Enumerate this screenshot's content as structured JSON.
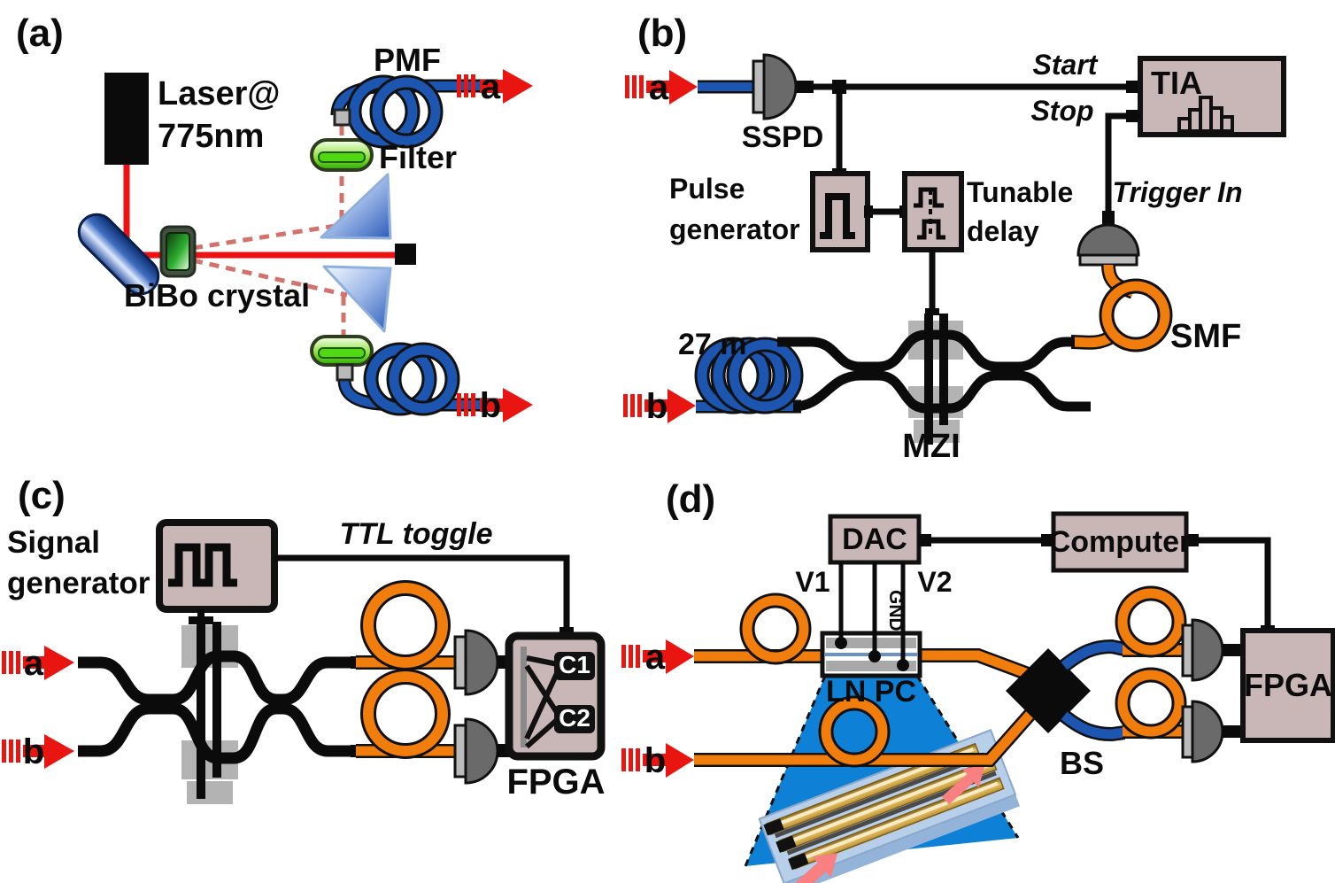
{
  "figure": {
    "panel_a": {
      "tag": "(a)",
      "laser_label_line1": "Laser@",
      "laser_label_line2": "775nm",
      "pmf_label": "PMF",
      "filter_label": "Filter",
      "crystal_label": "BiBo crystal",
      "output_top": "a",
      "output_bottom": "b"
    },
    "panel_b": {
      "tag": "(b)",
      "input_top": "a",
      "input_bottom": "b",
      "sspd_label": "SSPD",
      "start_label": "Start",
      "stop_label": "Stop",
      "tia_label": "TIA",
      "trigger_label": "Trigger In",
      "pulse_gen_line1": "Pulse",
      "pulse_gen_line2": "generator",
      "tunable_line1": "Tunable",
      "tunable_line2": "delay",
      "smf_label": "SMF",
      "fiber_length_label": "27 m",
      "mzi_label": "MZI"
    },
    "panel_c": {
      "tag": "(c)",
      "signal_gen_line1": "Signal",
      "signal_gen_line2": "generator",
      "ttl_label": "TTL toggle",
      "input_top": "a",
      "input_bottom": "b",
      "fpga_label": "FPGA",
      "channel1_label": "C1",
      "channel2_label": "C2"
    },
    "panel_d": {
      "tag": "(d)",
      "dac_label": "DAC",
      "computer_label": "Computer",
      "v1_label": "V1",
      "v2_label": "V2",
      "gnd_label": "GND",
      "lnpc_label": "LN PC",
      "bs_label": "BS",
      "fpga_label": "FPGA",
      "input_top": "a",
      "input_bottom": "b"
    },
    "colors": {
      "box_fill": "#c9b7b7",
      "arrow_red": "#e81510",
      "beam_red": "#ee1111",
      "dashed_beam": "#d4716a",
      "fiber_blue": "#1d56b0",
      "fiber_orange": "#f07d0c",
      "detector_gray": "#6a6a6a",
      "pad_gray": "#9a9a9a",
      "cone_blue": "#0e80d5",
      "chip_gold": "#d9a94f"
    }
  }
}
